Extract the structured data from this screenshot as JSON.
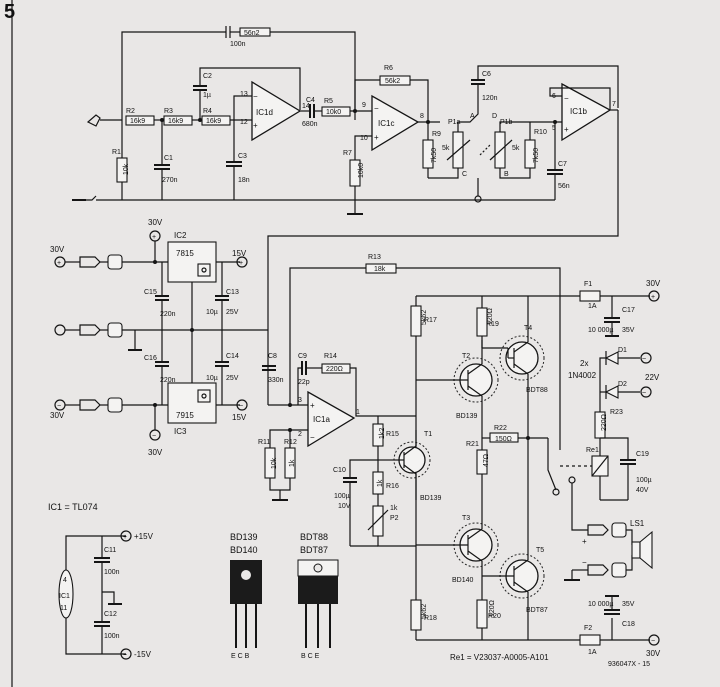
{
  "figure_number": "5",
  "ics": {
    "ic1d": "IC1d",
    "ic1c": "IC1c",
    "ic1b": "IC1b",
    "ic1a": "IC1a",
    "ic2": "IC2",
    "ic3": "IC3"
  },
  "pins": {
    "p13": "13",
    "p12": "12",
    "p14": "14",
    "p9": "9",
    "p10": "10",
    "p8": "8",
    "p6": "6",
    "p5": "5",
    "p7": "7",
    "p3": "3",
    "p2": "2",
    "p1": "1",
    "p4": "4",
    "p11": "11"
  },
  "regulators": {
    "r7815": "7815",
    "r7915": "7915"
  },
  "components": {
    "c_top": "56n2",
    "c_top_val": "100n",
    "r2": "R2",
    "r2v": "16k9",
    "r3": "R3",
    "r3v": "16k9",
    "r4": "R4",
    "r4v": "16k9",
    "r1": "R1",
    "r1v": "10k",
    "c1": "C1",
    "c1v": "270n",
    "c2": "C2",
    "c2v": "1µ",
    "c3": "C3",
    "c3v": "18n",
    "c4": "C4",
    "c4v": "680n",
    "r5": "R5",
    "r5v": "10k0",
    "r6": "R6",
    "r6v": "56k2",
    "r7": "R7",
    "r7v": "10k0",
    "r9": "R9",
    "r9v": "7k50",
    "p1a": "P1a",
    "p1b": "P1b",
    "p1v": "5k",
    "c6": "C6",
    "c6v": "120n",
    "r10": "R10",
    "r10v": "7k50",
    "c7": "C7",
    "c7v": "56n",
    "r13": "R13",
    "r13v": "18k",
    "f1": "F1",
    "f1v": "1A",
    "c17": "C17",
    "c17v": "10 000µ",
    "c17v2": "35V",
    "c15": "C15",
    "c15v": "220n",
    "c13": "C13",
    "c13v": "10µ",
    "c13v2": "25V",
    "c16": "C16",
    "c16v": "220n",
    "c14": "C14",
    "c14v": "10µ",
    "c14v2": "25V",
    "c8": "C8",
    "c8v": "330n",
    "c9": "C9",
    "c9v": "22p",
    "r14": "R14",
    "r14v": "220Ω",
    "r11": "R11",
    "r11v": "10k",
    "r12": "R12",
    "r12v": "1k",
    "r17": "R17",
    "r17v": "5k62",
    "r19": "R19",
    "r19v": "120Ω",
    "t1": "T1",
    "t2": "T2",
    "t3": "T3",
    "t4": "T4",
    "t5": "T5",
    "bd139": "BD139",
    "bd140": "BD140",
    "bdt88": "BDT88",
    "bdt87": "BDT87",
    "r15": "R15",
    "r15v": "1k2",
    "r16": "R16",
    "r16v": "1k",
    "p2": "P2",
    "p2v": "1k",
    "c10": "C10",
    "c10v": "100µ",
    "c10v2": "10V",
    "r21": "R21",
    "r21v": "47Ω",
    "r22": "R22",
    "r22v": "150Ω",
    "r18": "R18",
    "r18v": "5k62",
    "r20": "R20",
    "r20v": "120Ω",
    "f2": "F2",
    "f2v": "1A",
    "c18": "C18",
    "c18v": "10 000µ",
    "c18v2": "35V",
    "d1": "D1",
    "d2": "D2",
    "dx": "2x",
    "dpart": "1N4002",
    "r23": "R23",
    "r23v": "220Ω",
    "re1": "Re1",
    "c19": "C19",
    "c19v": "100µ",
    "c19v2": "40V",
    "ls1": "LS1",
    "c11": "C11",
    "c11v": "100n",
    "c12": "C12",
    "c12v": "100n"
  },
  "supply": {
    "v30": "30V",
    "v15": "15V",
    "v22": "22V",
    "p15": "+15V",
    "m15": "-15V"
  },
  "notes": {
    "ic1": "IC1 = TL074",
    "re1": "Re1 = V23037-A0005-A101",
    "code": "936047X - 15"
  },
  "packages": {
    "small": {
      "name1": "BD139",
      "name2": "BD140",
      "pins": "E   C   B"
    },
    "large": {
      "name1": "BDT87",
      "name2": "BDT88",
      "pins": "B   C   E"
    }
  }
}
